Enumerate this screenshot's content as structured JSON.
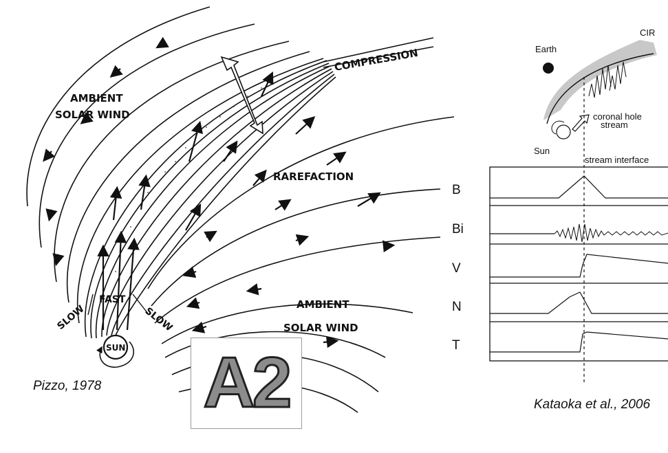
{
  "left_figure": {
    "labels": {
      "compression": "COMPRESSION",
      "ambient_top_1": "AMBIENT",
      "ambient_top_2": "SOLAR WIND",
      "rarefaction": "RAREFACTION",
      "ambient_bottom_1": "AMBIENT",
      "ambient_bottom_2": "SOLAR WIND",
      "slow_left": "SLOW",
      "fast": "FAST",
      "slow_right": "SLOW",
      "sun": "SUN"
    },
    "caption": "Pizzo, 1978"
  },
  "badge": {
    "text": "A2",
    "fill_color": "#8c8c8c"
  },
  "right_figure": {
    "labels": {
      "earth": "Earth",
      "cir": "CIR",
      "coronal_hole_1": "coronal hole",
      "coronal_hole_2": "stream",
      "sun": "Sun",
      "stream_interface": "stream interface"
    },
    "rows": [
      "B",
      "Bi",
      "V",
      "N",
      "T"
    ],
    "caption": "Kataoka et al., 2006"
  }
}
